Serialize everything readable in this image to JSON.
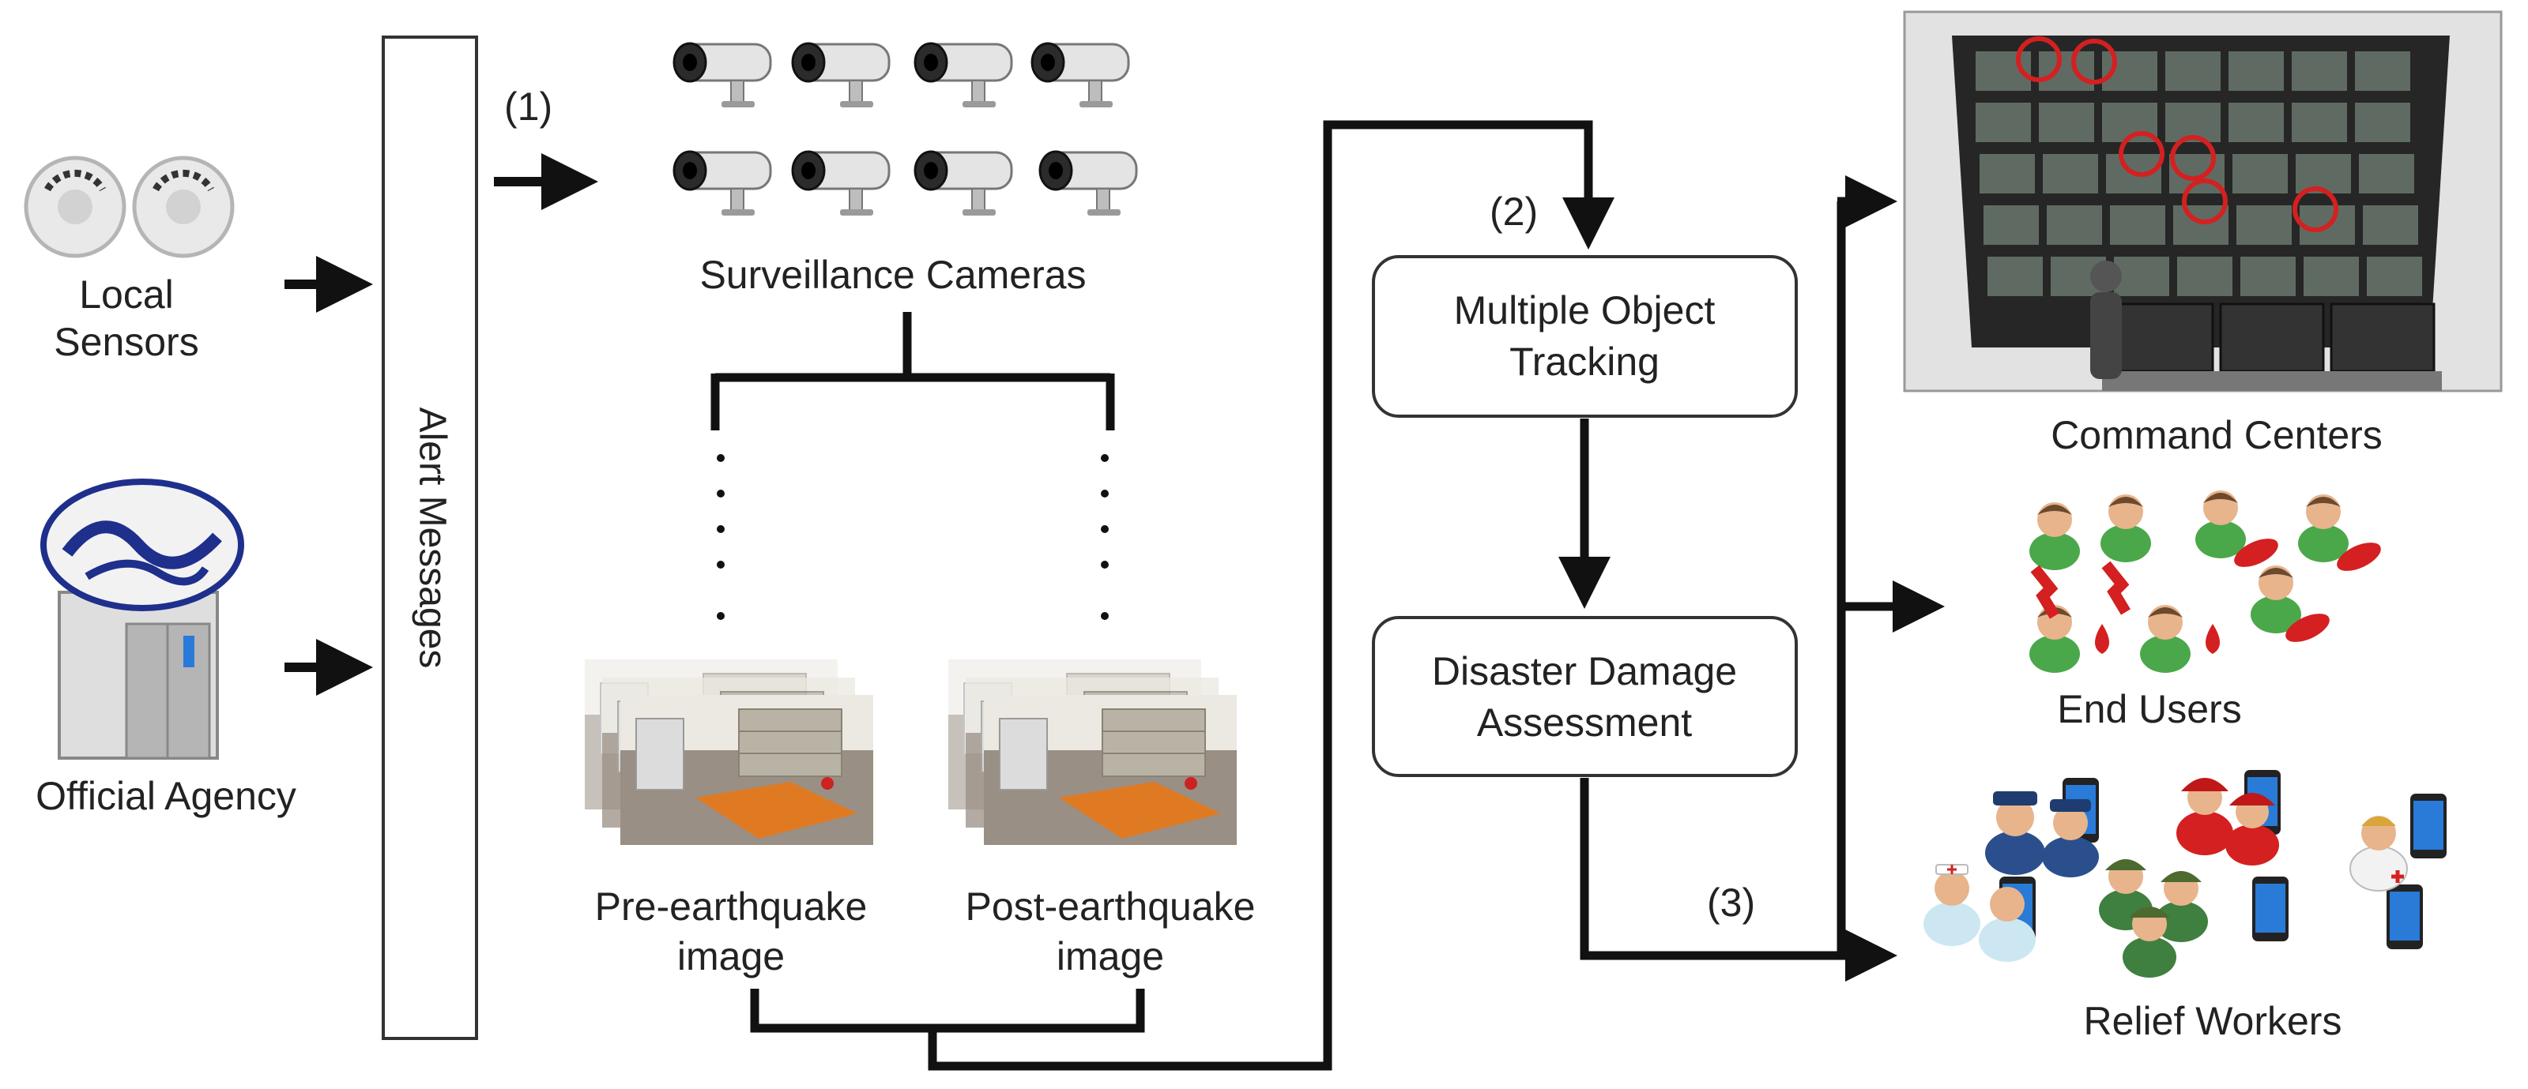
{
  "sources": {
    "local_sensors_line1": "Local",
    "local_sensors_line2": "Sensors",
    "official_agency": "Official Agency"
  },
  "alert_messages": "Alert Messages",
  "steps": {
    "step1": "(1)",
    "step2": "(2)",
    "step3": "(3)"
  },
  "cameras": {
    "label": "Surveillance Cameras"
  },
  "images": {
    "pre_line1": "Pre-earthquake",
    "pre_line2": "image",
    "post_line1": "Post-earthquake",
    "post_line2": "image"
  },
  "processes": {
    "mot_line1": "Multiple Object",
    "mot_line2": "Tracking",
    "dda_line1": "Disaster Damage",
    "dda_line2": "Assessment"
  },
  "outputs": {
    "command_centers": "Command Centers",
    "end_users": "End Users",
    "relief_workers": "Relief Workers"
  },
  "colors": {
    "line": "#111111",
    "agency_blue": "#1f2f8c",
    "alert_red": "#d42020",
    "person_green": "#3c9a3c",
    "screen_blue": "#2a7ad8"
  }
}
